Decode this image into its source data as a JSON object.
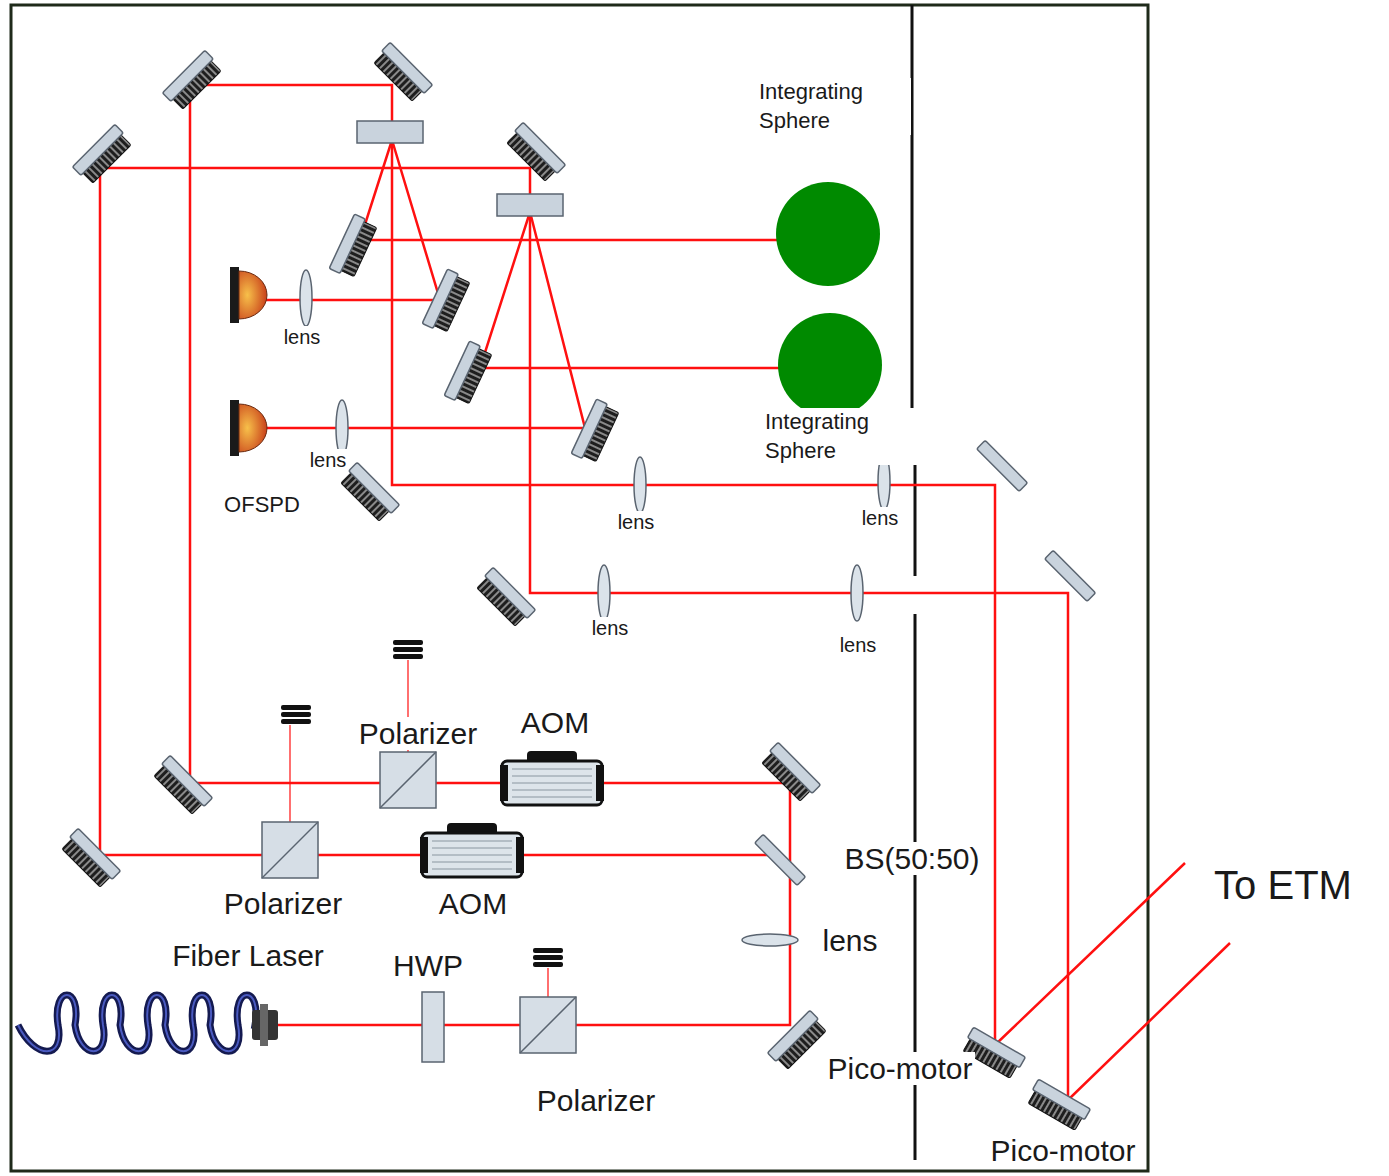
{
  "diagram": {
    "nodes": [
      {
        "text": [
          "Integrating Sphere"
        ]
      },
      {
        "text": [
          "Integrating Sphere"
        ]
      }
    ],
    "labels": [
      "lens",
      "lens",
      "OFSPD",
      "lens",
      "lens",
      "lens",
      "lens",
      "Polarizer",
      "AOM",
      "Polarizer",
      "AOM",
      "BS(50:50)",
      "lens",
      "Fiber Laser",
      "HWP",
      "Polarizer",
      "Pico-motor",
      "Pico-motor",
      "To ETM"
    ]
  }
}
